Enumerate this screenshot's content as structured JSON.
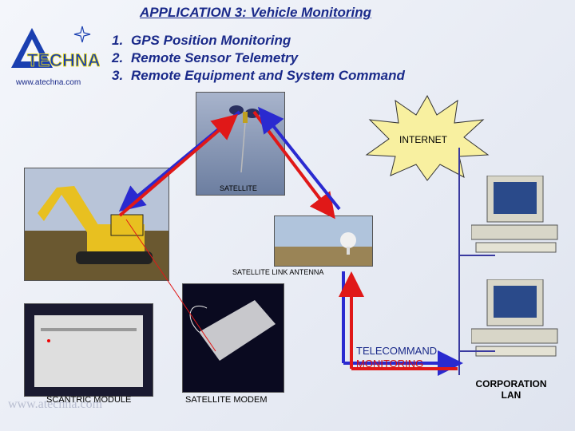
{
  "title": "APPLICATION 3: Vehicle Monitoring",
  "logo": {
    "text": "TECHNA",
    "letter": "A"
  },
  "url": "www.atechna.com",
  "items": [
    {
      "num": "1.",
      "text": "GPS Position Monitoring"
    },
    {
      "num": "2.",
      "text": "Remote Sensor Telemetry"
    },
    {
      "num": "3.",
      "text": "Remote Equipment and System Command"
    }
  ],
  "labels": {
    "internet": "INTERNET",
    "satellite": "SATELLITE",
    "antenna": "SATELLITE LINK ANTENNA",
    "telecommand": "TELECOMMAND",
    "monitoring": "MONITORING",
    "scantric": "SCANTRIC MODULE",
    "modem": "SATELLITE MODEM",
    "corporation": "CORPORATION LAN",
    "watermark": "www.atechna.com"
  },
  "colors": {
    "blue_arrow": "#2a2ad0",
    "red_arrow": "#e01818",
    "title": "#1a2a8a",
    "burst": "#f8f0a0",
    "lan_line": "#3a3aa0"
  }
}
